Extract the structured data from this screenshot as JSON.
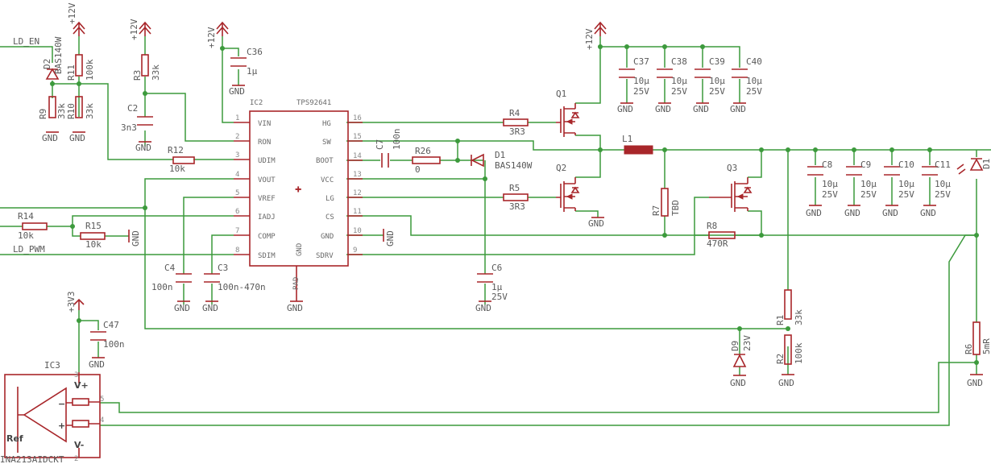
{
  "nets": {
    "ld_en": "LD_EN",
    "ld_pwm": "LD_PWM",
    "p12v": "+12V",
    "p3v3": "+3V3",
    "gnd": "GND"
  },
  "ic2": {
    "name": "IC2",
    "value": "TPS92641",
    "pins_left": [
      {
        "num": "1",
        "name": "VIN"
      },
      {
        "num": "2",
        "name": "RON"
      },
      {
        "num": "3",
        "name": "UDIM"
      },
      {
        "num": "4",
        "name": "VOUT"
      },
      {
        "num": "5",
        "name": "VREF"
      },
      {
        "num": "6",
        "name": "IADJ"
      },
      {
        "num": "7",
        "name": "COMP"
      },
      {
        "num": "8",
        "name": "SDIM"
      }
    ],
    "pins_right": [
      {
        "num": "16",
        "name": "HG"
      },
      {
        "num": "15",
        "name": "SW"
      },
      {
        "num": "14",
        "name": "BOOT"
      },
      {
        "num": "13",
        "name": "VCC"
      },
      {
        "num": "12",
        "name": "LG"
      },
      {
        "num": "11",
        "name": "CS"
      },
      {
        "num": "10",
        "name": "GND"
      },
      {
        "num": "9",
        "name": "SDRV"
      }
    ],
    "gnd_pin": "GND",
    "pad_pin": "PAD"
  },
  "ic3": {
    "name": "IC3",
    "value": "INA213AIDCKT",
    "vplus": "V+",
    "vminus": "V-",
    "ref": "Ref",
    "pin3": "3",
    "pin5": "5",
    "pin4": "4",
    "pin2": "2"
  },
  "resistors": {
    "r1": {
      "name": "R1",
      "value": "33k"
    },
    "r2": {
      "name": "R2",
      "value": "100k"
    },
    "r3": {
      "name": "R3",
      "value": "33k"
    },
    "r4": {
      "name": "R4",
      "value": "3R3"
    },
    "r5": {
      "name": "R5",
      "value": "3R3"
    },
    "r6": {
      "name": "R6",
      "value": "5mR"
    },
    "r7": {
      "name": "R7",
      "value": "TBD"
    },
    "r8": {
      "name": "R8",
      "value": "470R"
    },
    "r9": {
      "name": "R9",
      "value": "33k"
    },
    "r10": {
      "name": "R10",
      "value": "33k"
    },
    "r11": {
      "name": "R11",
      "value": "100k"
    },
    "r12": {
      "name": "R12",
      "value": "10k"
    },
    "r14": {
      "name": "R14",
      "value": "10k"
    },
    "r15": {
      "name": "R15",
      "value": "10k"
    },
    "r26": {
      "name": "R26",
      "value": "0"
    }
  },
  "capacitors": {
    "c2": {
      "name": "C2",
      "value": "3n3"
    },
    "c3": {
      "name": "C3",
      "value": "100n-470n"
    },
    "c4": {
      "name": "C4",
      "value": "100n"
    },
    "c6": {
      "name": "C6",
      "value": "1µ",
      "voltage": "25V"
    },
    "c7": {
      "name": "C7",
      "value": "100n"
    },
    "c8": {
      "name": "C8",
      "value": "10µ",
      "voltage": "25V"
    },
    "c9": {
      "name": "C9",
      "value": "10µ",
      "voltage": "25V"
    },
    "c10": {
      "name": "C10",
      "value": "10µ",
      "voltage": "25V"
    },
    "c11": {
      "name": "C11",
      "value": "10µ",
      "voltage": "25V"
    },
    "c36": {
      "name": "C36",
      "value": "1µ"
    },
    "c37": {
      "name": "C37",
      "value": "10µ",
      "voltage": "25V"
    },
    "c38": {
      "name": "C38",
      "value": "10µ",
      "voltage": "25V"
    },
    "c39": {
      "name": "C39",
      "value": "10µ",
      "voltage": "25V"
    },
    "c40": {
      "name": "C40",
      "value": "10µ",
      "voltage": "25V"
    },
    "c47": {
      "name": "C47",
      "value": "100n"
    }
  },
  "diodes": {
    "d1": {
      "name": "D1",
      "value": "BAS140W"
    },
    "d2": {
      "name": "D2",
      "value": "BAS140W"
    },
    "d9": {
      "name": "D9",
      "value": "23V"
    },
    "d_led": {
      "name": "D1"
    }
  },
  "mosfets": {
    "q1": "Q1",
    "q2": "Q2",
    "q3": "Q3"
  },
  "inductor": {
    "l1": "L1"
  }
}
